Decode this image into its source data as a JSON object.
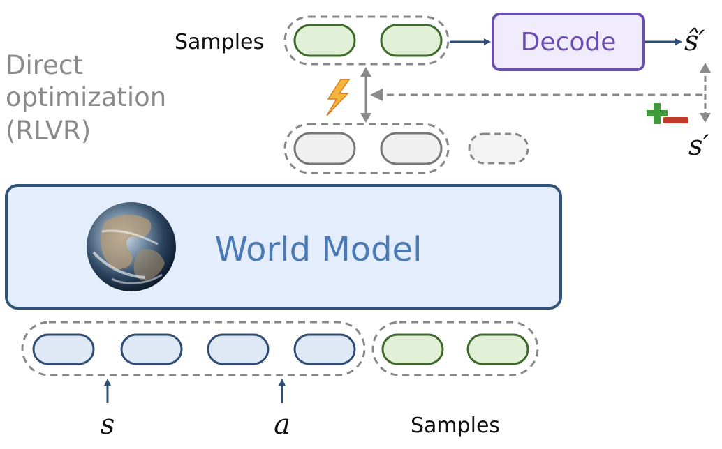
{
  "labels": {
    "direct_opt_line1": "Direct",
    "direct_opt_line2": "optimization",
    "direct_opt_line3": "(RLVR)",
    "samples_top": "Samples",
    "samples_bottom": "Samples",
    "decode": "Decode",
    "world_model": "World Model",
    "s_hat_prime": "ŝ′",
    "s_prime": "s′",
    "s": "s",
    "a": "a"
  },
  "icons": {
    "lightning": "lightning-icon",
    "plus_minus": "reward-plus-minus-icon",
    "globe": "earth-globe-icon"
  },
  "colors": {
    "world_model_fill": "#e3edfb",
    "world_model_stroke": "#2f5278",
    "world_model_text": "#4a79b4",
    "decode_stroke": "#6a4fb0",
    "decode_fill": "#f1ecfb",
    "decode_text": "#6a4fb0",
    "sample_token_fill": "#e2f0d8",
    "sample_token_stroke": "#3e6a2c",
    "input_token_fill": "#dfe9f6",
    "input_token_stroke": "#2f4d75",
    "gray_token_fill": "#f0f0f0",
    "gray_token_stroke": "#777777",
    "arrow_dark": "#2f4d75",
    "arrow_gray": "#8a8a8a",
    "label_gray": "#8a8a8a"
  }
}
